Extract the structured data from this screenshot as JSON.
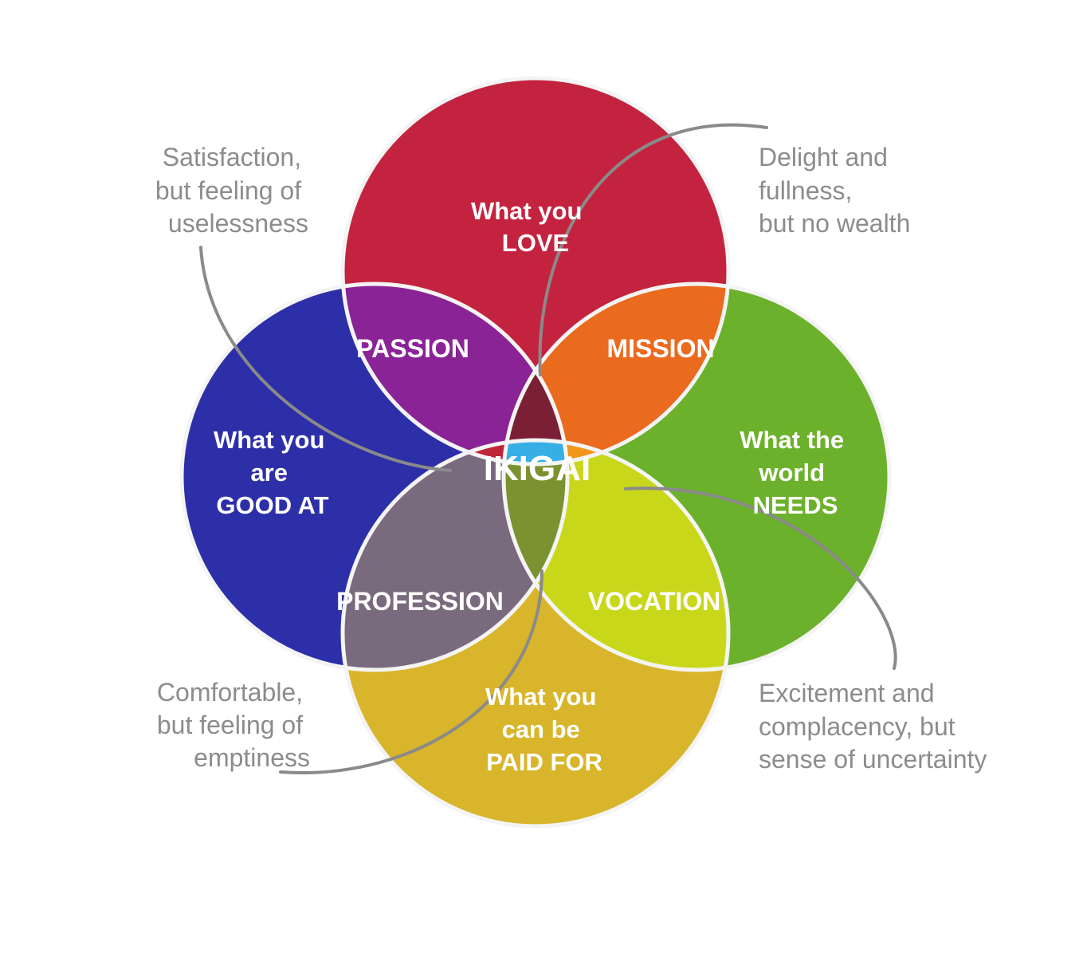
{
  "colors": {
    "love": "#c4233f",
    "good_at": "#2d2fa8",
    "needs": "#6cb12b",
    "paid": "#d8b52a",
    "passion": "#8a2396",
    "mission": "#ea6a1e",
    "profession": "#7a6a7e",
    "vocation": "#c9d71b",
    "love_good_needs": "#7b1f35",
    "love_good_paid": "#c0253a",
    "love_needs_paid": "#f2961a",
    "good_needs_paid": "#7a9230",
    "ikigai": "#38aee6"
  },
  "circles": {
    "love": [
      "What you",
      "LOVE"
    ],
    "good_at": [
      "What you",
      "are",
      "GOOD AT"
    ],
    "needs": [
      "What the",
      "world",
      "NEEDS"
    ],
    "paid": [
      "What you",
      "can be",
      "PAID FOR"
    ]
  },
  "regions": {
    "passion": "PASSION",
    "mission": "MISSION",
    "profession": "PROFESSION",
    "vocation": "VOCATION",
    "center": "IKIGAI"
  },
  "notes": {
    "top_left": [
      "Satisfaction,",
      "but feeling of",
      "uselessness"
    ],
    "top_right": [
      "Delight and",
      "fullness,",
      "but no wealth"
    ],
    "bottom_left": [
      "Comfortable,",
      "but feeling of",
      "emptiness"
    ],
    "bottom_right": [
      "Excitement and",
      "complacency, but",
      "sense of uncertainty"
    ]
  }
}
